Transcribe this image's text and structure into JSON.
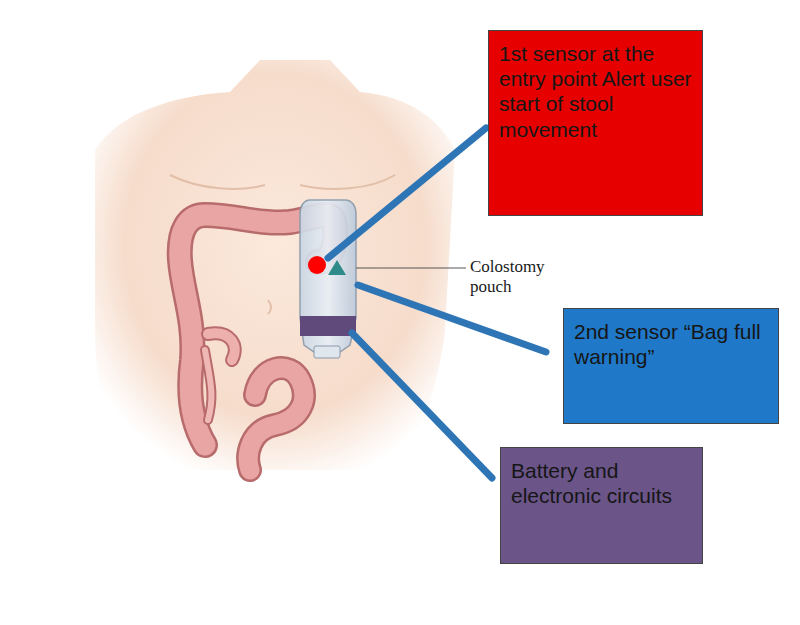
{
  "diagram": {
    "nodes": [
      {
        "text": [
          "1st sensor at the entry point Alert user start of stool movement"
        ]
      },
      {
        "text": [
          "2nd sensor “Bag full warning”"
        ]
      },
      {
        "text": [
          "Battery and electronic circuits"
        ]
      }
    ],
    "labels": [
      "Colostomy pouch"
    ]
  }
}
